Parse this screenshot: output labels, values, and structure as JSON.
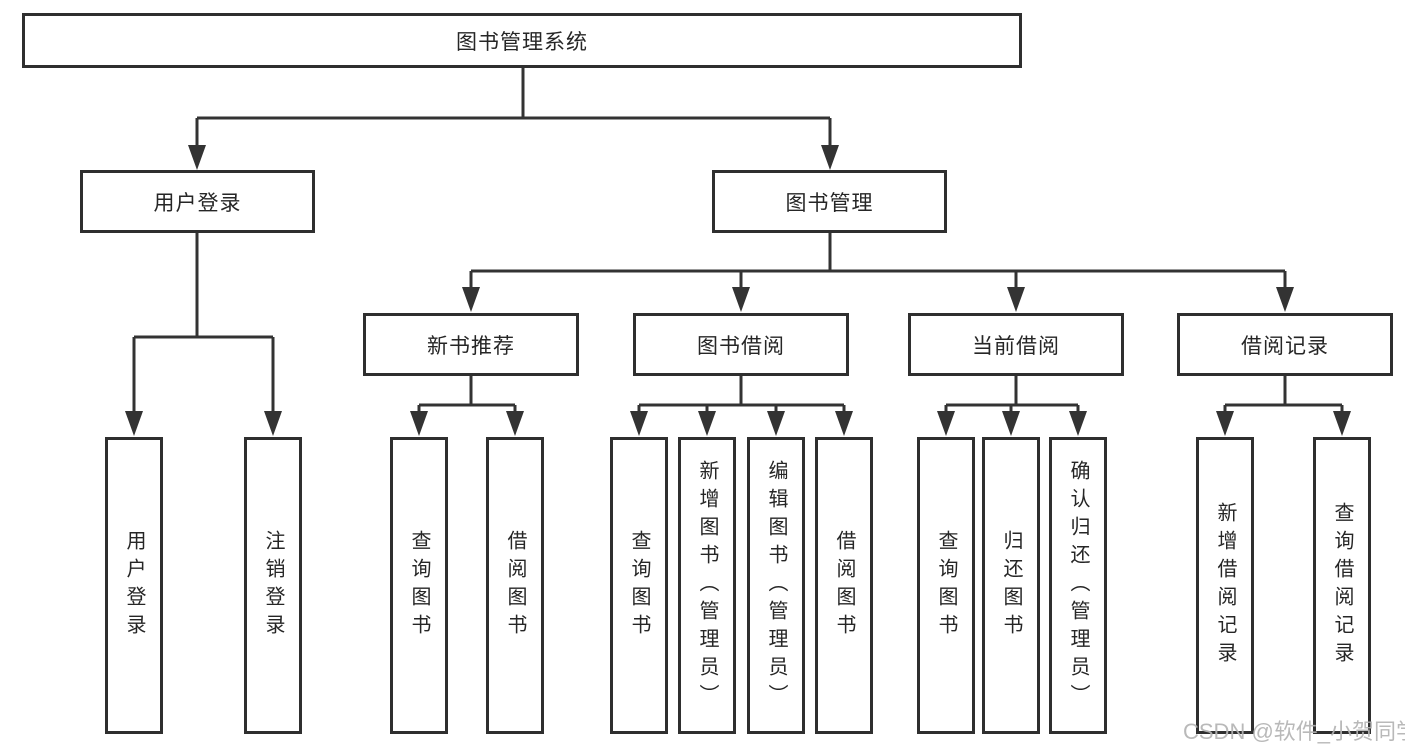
{
  "tree": {
    "root": {
      "label": "图书管理系统"
    },
    "branches": [
      {
        "label": "用户登录",
        "children": [
          {
            "label": "用户登录"
          },
          {
            "label": "注销登录"
          }
        ]
      },
      {
        "label": "图书管理",
        "sections": [
          {
            "label": "新书推荐",
            "children": [
              {
                "label": "查询图书"
              },
              {
                "label": "借阅图书"
              }
            ]
          },
          {
            "label": "图书借阅",
            "children": [
              {
                "label": "查询图书"
              },
              {
                "label": "新增图书（管理员）"
              },
              {
                "label": "编辑图书（管理员）"
              },
              {
                "label": "借阅图书"
              }
            ]
          },
          {
            "label": "当前借阅",
            "children": [
              {
                "label": "查询图书"
              },
              {
                "label": "归还图书"
              },
              {
                "label": "确认归还（管理员）"
              }
            ]
          },
          {
            "label": "借阅记录",
            "children": [
              {
                "label": "新增借阅记录"
              },
              {
                "label": "查询借阅记录"
              }
            ]
          }
        ]
      }
    ]
  },
  "watermark": {
    "text": "CSDN @软件_小贺同学"
  },
  "colors": {
    "line": "#333333",
    "box_border": "#2f2f2f",
    "text": "#262626",
    "watermark": "#b4b4b4",
    "background": "#ffffff"
  }
}
